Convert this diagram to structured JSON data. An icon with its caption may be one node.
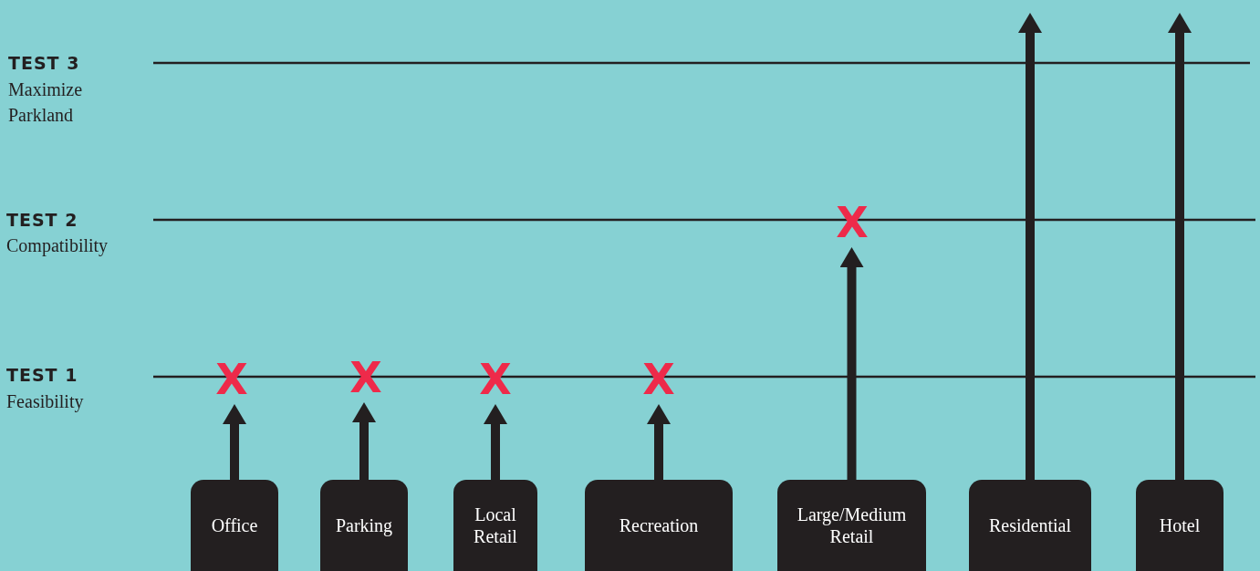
{
  "diagram": {
    "nodes": [
      {
        "text": [
          "Office"
        ]
      },
      {
        "text": [
          "Parking"
        ]
      },
      {
        "text": [
          "Local Retail"
        ]
      },
      {
        "text": [
          "Recreation"
        ]
      },
      {
        "text": [
          "Large/Medium Retail"
        ]
      },
      {
        "text": [
          "Residential"
        ]
      },
      {
        "text": [
          "Hotel"
        ]
      },
      {
        "text": [
          "X"
        ]
      },
      {
        "text": [
          "X"
        ]
      },
      {
        "text": [
          "X"
        ]
      },
      {
        "text": [
          "X"
        ]
      },
      {
        "text": [
          "X"
        ]
      }
    ],
    "edges": [
      {
        "from": 0,
        "to": 7,
        "arrow": "to"
      },
      {
        "from": 1,
        "to": 8,
        "arrow": "to"
      },
      {
        "from": 2,
        "to": 9,
        "arrow": "to"
      },
      {
        "from": 3,
        "to": 10,
        "arrow": "to"
      },
      {
        "from": 4,
        "to": 11,
        "arrow": "to"
      },
      {
        "from": 5,
        "to": null,
        "arrow": "to"
      },
      {
        "from": 6,
        "to": null,
        "arrow": "to"
      }
    ],
    "labels": [
      "TEST 3",
      "Maximize Parkland",
      "TEST 2",
      "Compatibility",
      "TEST 1",
      "Feasibility"
    ]
  }
}
